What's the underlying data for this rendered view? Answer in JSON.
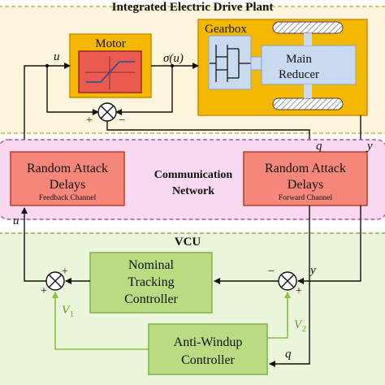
{
  "plant": {
    "title": "Integrated Electric Drive Plant",
    "motor_label": "Motor",
    "gearbox_label": "Gearbox",
    "reducer_label_line1": "Main",
    "reducer_label_line2": "Reducer"
  },
  "signals": {
    "u_top": "u",
    "sigma_u": "σ(u)",
    "q_comm": "q",
    "y_comm": "y",
    "u_left": "u",
    "y_vcu": "y",
    "q_vcu": "q",
    "v1": "V",
    "v1_sub": "1",
    "v2": "V",
    "v2_sub": "2"
  },
  "signs": {
    "top_plus": "+",
    "top_minus": "−",
    "left_plus_top": "+",
    "left_plus_bottom": "+",
    "right_minus": "−",
    "right_plus": "+"
  },
  "network": {
    "label_line1": "Communication",
    "label_line2": "Network",
    "left_box": {
      "line1": "Random Attack",
      "line2": "Delays",
      "caption": "Feedback Channel"
    },
    "right_box": {
      "line1": "Random Attack",
      "line2": "Delays",
      "caption": "Forward Channel"
    }
  },
  "vcu": {
    "title": "VCU",
    "nominal_line1": "Nominal",
    "nominal_line2": "Tracking",
    "nominal_line3": "Controller",
    "antiwindup_line1": "Anti-Windup",
    "antiwindup_line2": "Controller"
  },
  "colors": {
    "plant_bg": "#fdf6dc",
    "plant_border": "#d9b440",
    "network_bg": "#f9d9ef",
    "network_border": "#c64ca8",
    "vcu_bg": "#eaf5da",
    "vcu_border": "#7fb24a",
    "block_red": "#f4877a",
    "block_red_border": "#c0392b",
    "block_gold": "#f5b800",
    "block_orange": "#f29d2a",
    "block_blue": "#c9d9f0",
    "block_green": "#b9dc82",
    "green_wire": "#86c140"
  }
}
